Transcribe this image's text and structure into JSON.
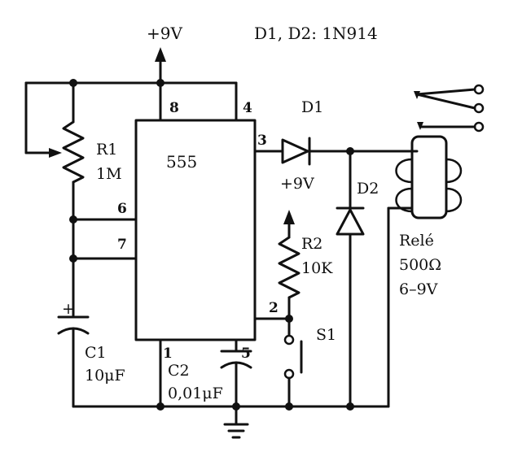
{
  "header": {
    "supply_top": "+9V",
    "diode_note": "D1, D2: 1N914"
  },
  "ic": {
    "label": "555",
    "pins": {
      "p1": "1",
      "p2": "2",
      "p3": "3",
      "p4": "4",
      "p5": "5",
      "p6": "6",
      "p7": "7",
      "p8": "8"
    }
  },
  "components": {
    "r1": {
      "name": "R1",
      "value": "1M"
    },
    "r2": {
      "name": "R2",
      "value": "10K",
      "supply": "+9V"
    },
    "c1": {
      "name": "C1",
      "value": "10μF",
      "polarity": "+"
    },
    "c2": {
      "name": "C2",
      "value": "0,01μF"
    },
    "d1": {
      "name": "D1"
    },
    "d2": {
      "name": "D2"
    },
    "s1": {
      "name": "S1"
    },
    "relay": {
      "name": "Relé",
      "resistance": "500Ω",
      "voltage": "6–9V"
    }
  }
}
